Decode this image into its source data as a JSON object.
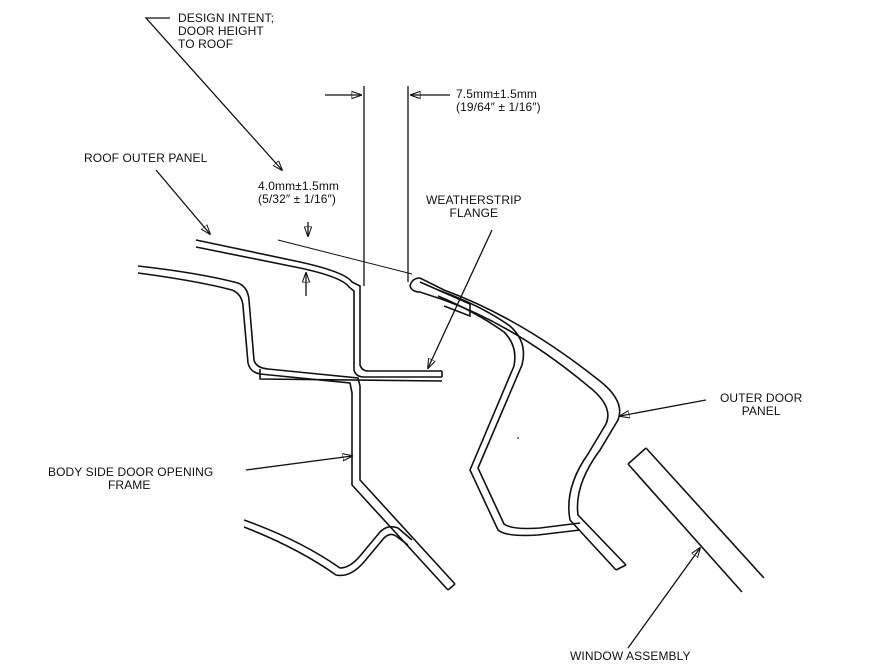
{
  "labels": {
    "design_intent": [
      "DESIGN INTENT;",
      "DOOR HEIGHT",
      "TO ROOF"
    ],
    "gap_dim": [
      "7.5mm±1.5mm",
      "(19/64″ ± 1/16″)"
    ],
    "roof_outer_panel": "ROOF OUTER PANEL",
    "height_dim": [
      "4.0mm±1.5mm",
      "(5/32″ ± 1/16″)"
    ],
    "weatherstrip_flange": [
      "WEATHERSTRIP",
      "FLANGE"
    ],
    "outer_door_panel": [
      "OUTER DOOR",
      "PANEL"
    ],
    "body_side_frame": [
      "BODY SIDE DOOR OPENING",
      "FRAME"
    ],
    "window_assembly": "WINDOW ASSEMBLY"
  },
  "colors": {
    "ink": "#111111",
    "background": "#ffffff"
  }
}
